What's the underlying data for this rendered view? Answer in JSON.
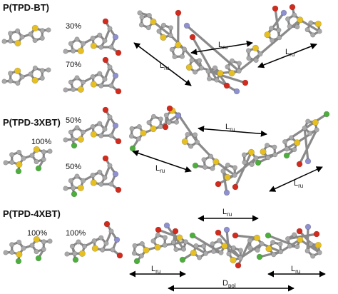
{
  "colors": {
    "carbon": "#a9a9a9",
    "sulfur": "#e6c022",
    "oxygen": "#d22b1d",
    "nitrogen": "#8e90cf",
    "chlorine": "#4caf3c",
    "bond": "#8a8a8a",
    "arrow": "#000000"
  },
  "panels": [
    {
      "title": "P(TPD-BT)",
      "percent_labels": [
        "30%",
        "70%"
      ]
    },
    {
      "title": "P(TPD-3XBT)",
      "percent_labels": [
        "100%",
        "50%",
        "50%"
      ]
    },
    {
      "title": "P(TPD-4XBT)",
      "percent_labels": [
        "100%",
        "100%"
      ]
    }
  ],
  "dimension_labels": {
    "repeat_unit": "L",
    "repeat_unit_sub": "ru",
    "polymer_distance": "D",
    "polymer_distance_sub": "pol"
  }
}
